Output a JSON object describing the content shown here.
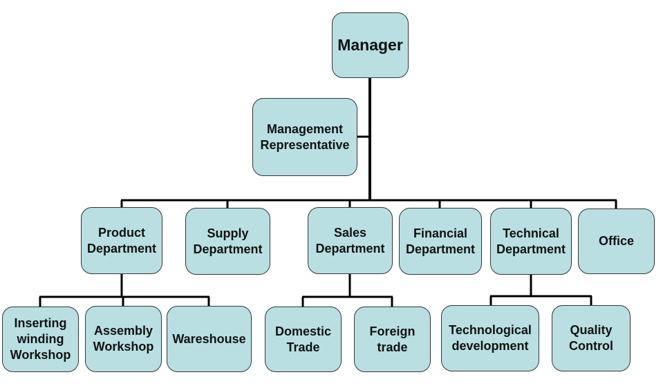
{
  "colors": {
    "box_fill": "#b9dfe2",
    "line": "#000000"
  },
  "nodes": {
    "manager": "Manager",
    "management_rep": "Management\nRepresentative",
    "product": "Product\nDepartment",
    "supply": "Supply\nDepartment",
    "sales": "Sales\nDepartment",
    "financial": "Financial\nDepartment",
    "technical": "Technical\nDepartment",
    "office": "Office",
    "inserting": "Inserting\nwinding\nWorkshop",
    "assembly": "Assembly\nWorkshop",
    "wareshouse": "Wareshouse",
    "domestic": "Domestic\nTrade",
    "foreign": "Foreign\ntrade",
    "technological": "Technological\ndevelopment",
    "quality": "Quality\nControl"
  }
}
